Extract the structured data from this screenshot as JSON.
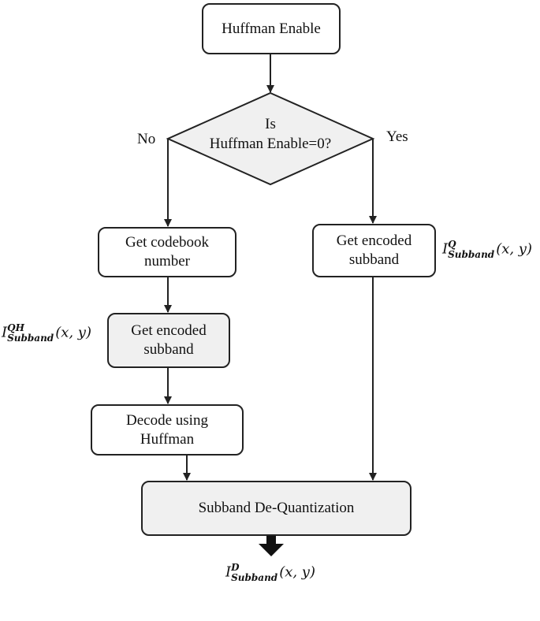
{
  "nodes": {
    "huffman_enable": "Huffman Enable",
    "decision_line1": "Is",
    "decision_line2": "Huffman Enable=0?",
    "get_codebook": "Get codebook number",
    "get_encoded_left": "Get encoded subband",
    "decode_huffman": "Decode using Huffman",
    "get_encoded_right": "Get encoded subband",
    "dequantization": "Subband De-Quantization"
  },
  "branches": {
    "no": "No",
    "yes": "Yes"
  },
  "math_labels": {
    "qh": {
      "base": "I",
      "sup": "QH",
      "sub": "Subband",
      "args": "(x, y)"
    },
    "q": {
      "base": "I",
      "sup": "Q",
      "sub": "Subband",
      "args": "(x, y)"
    },
    "d": {
      "base": "I",
      "sup": "D",
      "sub": "Subband",
      "args": "(x, y)"
    }
  }
}
